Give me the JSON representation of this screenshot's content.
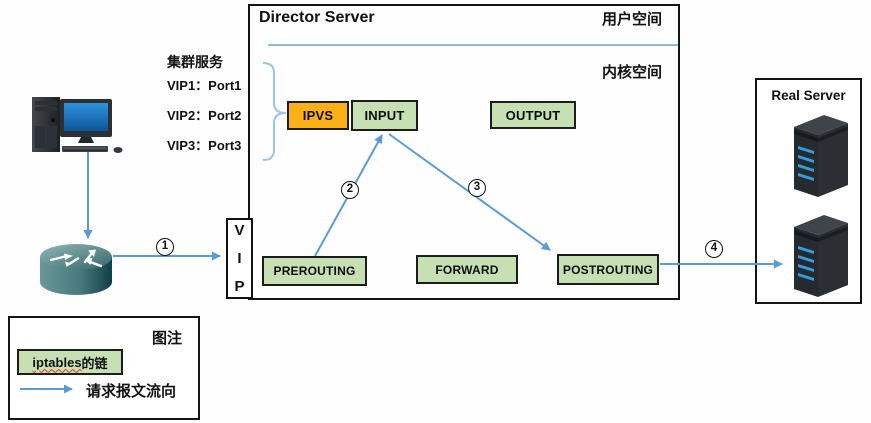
{
  "colors": {
    "chain_fill": "#C6E0B4",
    "ipvs_fill": "#FBB116",
    "arrow_blue": "#5B9BD5",
    "brace_blue": "#9DC3E6",
    "led_blue": "#2F9FE0"
  },
  "director": {
    "title": "Director Server",
    "user_space": "用户空间",
    "kernel_space": "内核空间",
    "ipvs": "IPVS",
    "input": "INPUT",
    "output": "OUTPUT",
    "prerouting": "PREROUTING",
    "forward": "FORWARD",
    "postrouting": "POSTROUTING"
  },
  "cluster": {
    "title": "集群服务",
    "items": [
      "VIP1：Port1",
      "VIP2：Port2",
      "VIP3：Port3"
    ]
  },
  "vip": {
    "letters": [
      "V",
      "I",
      "P"
    ]
  },
  "real_server": {
    "title": "Real Server"
  },
  "steps": [
    "1",
    "2",
    "3",
    "4"
  ],
  "legend": {
    "title": "图注",
    "chain_word": "iptables",
    "chain_suffix": "的链",
    "flow_label": "请求报文流向"
  }
}
